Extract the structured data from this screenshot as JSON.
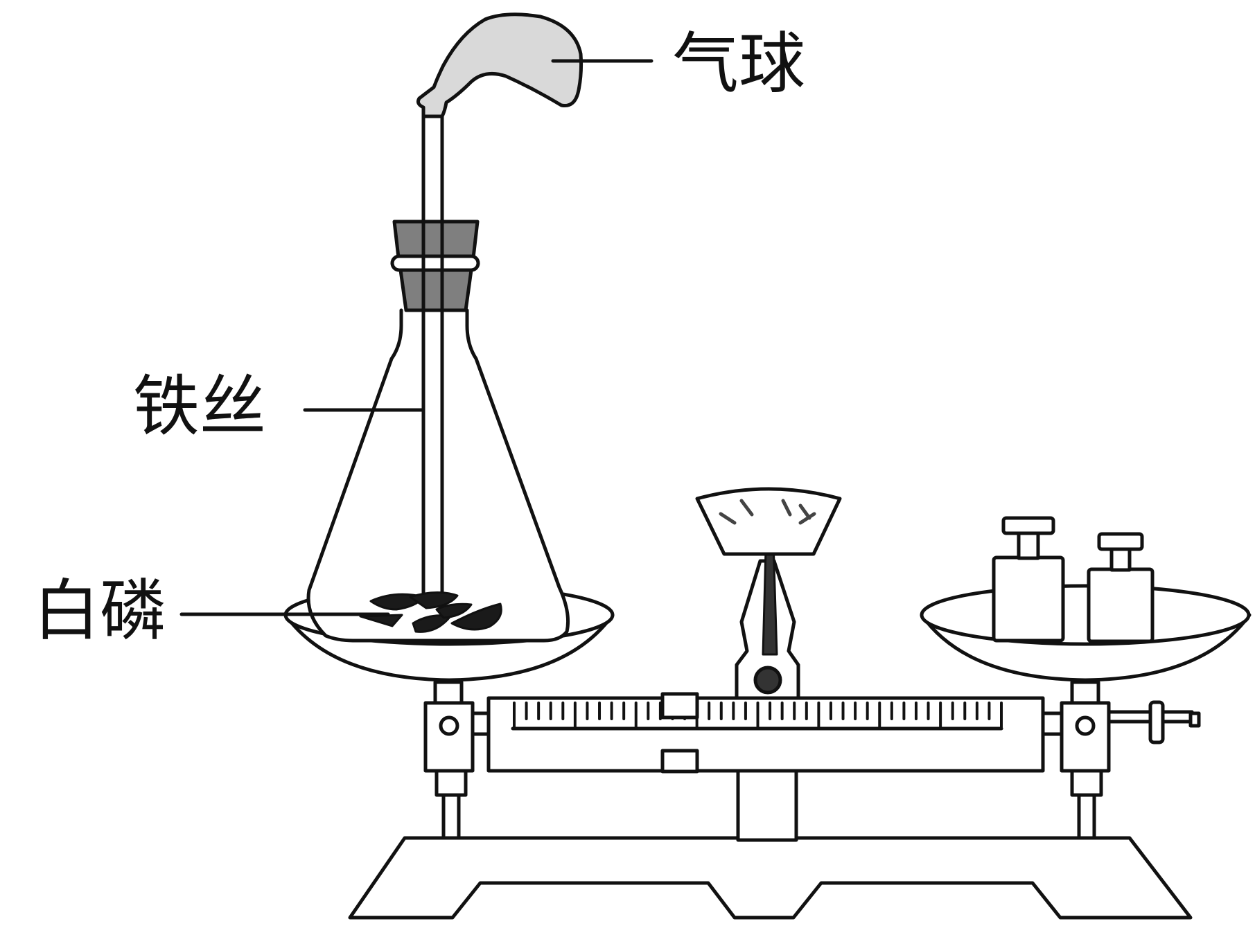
{
  "labels": {
    "balloon": "气球",
    "iron_wire": "铁丝",
    "white_phosphorus": "白磷"
  },
  "colors": {
    "stroke": "#111111",
    "balloon_fill": "#d9d9d9",
    "stopper_fill": "#7f7f7f",
    "phosphorus_fill": "#1a1a1a",
    "pointer_fill": "#333333",
    "background": "#ffffff"
  },
  "icons": {
    "balloon": "balloon-icon",
    "flask": "conical-flask-icon",
    "stopper": "rubber-stopper-icon",
    "balance": "pan-balance-icon",
    "weights": "weights-icon"
  }
}
